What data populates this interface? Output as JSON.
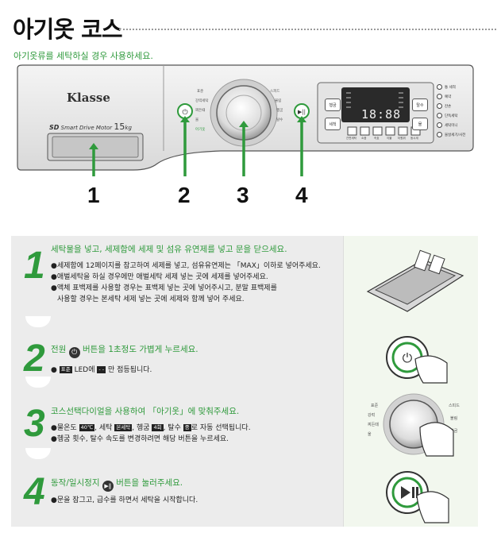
{
  "header": {
    "title": "아기옷 코스",
    "subtitle": "아기옷류를 세탁하실 경우 사용하세요."
  },
  "panel": {
    "brand": "Klasse",
    "motor_logo": "SD",
    "motor_label": "Smart Drive Motor",
    "capacity": "15",
    "capacity_unit": "kg",
    "callouts": [
      "1",
      "2",
      "3",
      "4"
    ],
    "display_digits": "18:88",
    "lcd_left_buttons": [
      "헹굼",
      "세척"
    ],
    "lcd_right_buttons": [
      "탈수",
      "물"
    ],
    "side_options": [
      "통 세척",
      "예약",
      "잔손",
      "단독세탁",
      "세탁미니",
      "물살세기/사전"
    ],
    "bottom_icons": [
      "간편세탁",
      "소음",
      "속효",
      "이불",
      "타원위",
      "동시세"
    ]
  },
  "steps": [
    {
      "number": "1",
      "heading": "세탁물을 넣고, 세제함에 세제 및 섬유 유연제를 넣고 문을 닫으세요.",
      "lines": [
        "●세제함에 12페이지를 참고하여 세제를 넣고, 섬유유연제는 「MAX」이하로 넣어주세요.",
        "●애벌세탁을 하실 경우에만 애벌세탁 세제 넣는 곳에 세제를 넣어주세요.",
        "●액체 표백제를 사용할 경우는 표백제 넣는 곳에 넣어주시고, 분말 표백제를",
        "사용할 경우는 본세탁 세제 넣는 곳에 세제와 함께 넣어 주세요."
      ]
    },
    {
      "number": "2",
      "heading_pre": "전원",
      "heading_post": "버튼을 1초정도 가볍게 누르세요.",
      "line_pre": "●",
      "led_chip": "표준",
      "line_mid": "LED에",
      "dash_chip": "- -",
      "line_post": "만 점등됩니다."
    },
    {
      "number": "3",
      "heading": "코스선택다이얼을 사용하여 「아기옷」에 맞춰주세요.",
      "line1_a": "●물온도",
      "line1_temp": "40℃",
      "line1_b": ", 세탁",
      "line1_wash": "본세탁",
      "line1_c": ", 헹굼",
      "line1_rinse": "4회",
      "line1_d": ", 탈수",
      "line1_spin": "중",
      "line1_e": "로 자동 선택됩니다.",
      "line2": "●헹굼 횟수, 탈수 속도를 변경하려면 해당 버튼을 누르세요."
    },
    {
      "number": "4",
      "heading_pre": "동작/일시정지",
      "heading_post": "버튼을 눌러주세요.",
      "line": "●문을 잠그고, 급수를 하면서 세탁을 시작합니다."
    }
  ],
  "colors": {
    "accent_green": "#2f9a3c",
    "step_bg": "#ececec"
  }
}
